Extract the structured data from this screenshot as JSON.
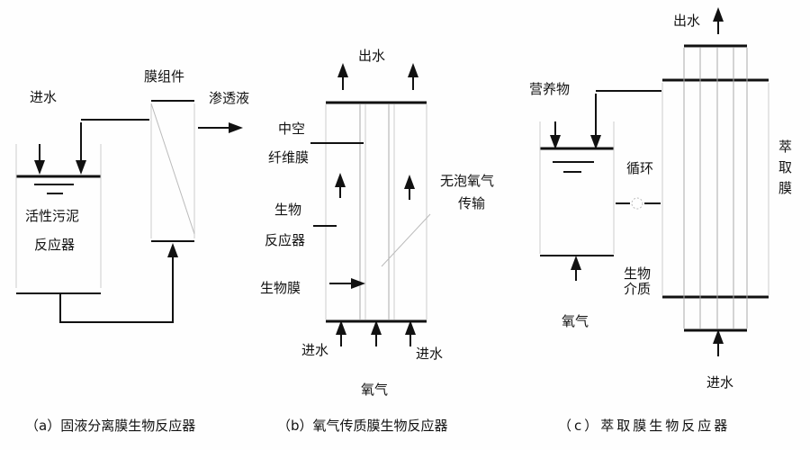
{
  "panel_a": {
    "caption": "（a）固液分离膜生物反应器",
    "inlet": "进水",
    "module": "膜组件",
    "permeate": "渗透液",
    "reactor_line1": "活性污泥",
    "reactor_line2": "反应器"
  },
  "panel_b": {
    "caption": "（b）氧气传质膜生物反应器",
    "outlet": "出水",
    "fiber_line1": "中空",
    "fiber_line2": "纤维膜",
    "bio_line1": "生物",
    "bio_line2": "反应器",
    "biofilm": "生物膜",
    "transfer_line1": "无泡氧气",
    "transfer_line2": "传输",
    "inlet_left": "进水",
    "inlet_right": "进水",
    "oxygen": "氧气"
  },
  "panel_c": {
    "caption": "（c）萃取膜生物反应器",
    "outlet": "出水",
    "nutrients": "营养物",
    "circulation": "循环",
    "extraction": "萃取膜",
    "medium_line1": "生物",
    "medium_line2": "介质",
    "oxygen": "氧气",
    "inlet": "进水"
  }
}
